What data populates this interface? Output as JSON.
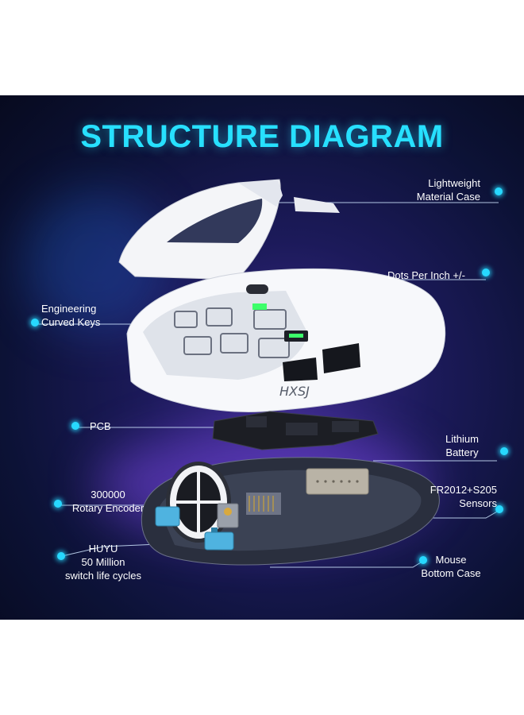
{
  "title": "STRUCTURE DIAGRAM",
  "brand_mark": "HXSJ",
  "accent_color": "#27e0ff",
  "labels": {
    "case": [
      "Lightweight",
      "Material Case"
    ],
    "dpi": "Dots Per Inch  +/-",
    "keys": [
      "Engineering",
      "Curved Keys"
    ],
    "pcb": "PCB",
    "battery": [
      "Lithium",
      "Battery"
    ],
    "encoder": [
      "300000",
      "Rotary Encoder"
    ],
    "sensors": [
      "FR2012+S205",
      "Sensors"
    ],
    "switch": [
      "HUYU",
      "50 Million",
      "switch life cycles"
    ],
    "bottom": [
      "Mouse",
      "Bottom Case"
    ]
  }
}
